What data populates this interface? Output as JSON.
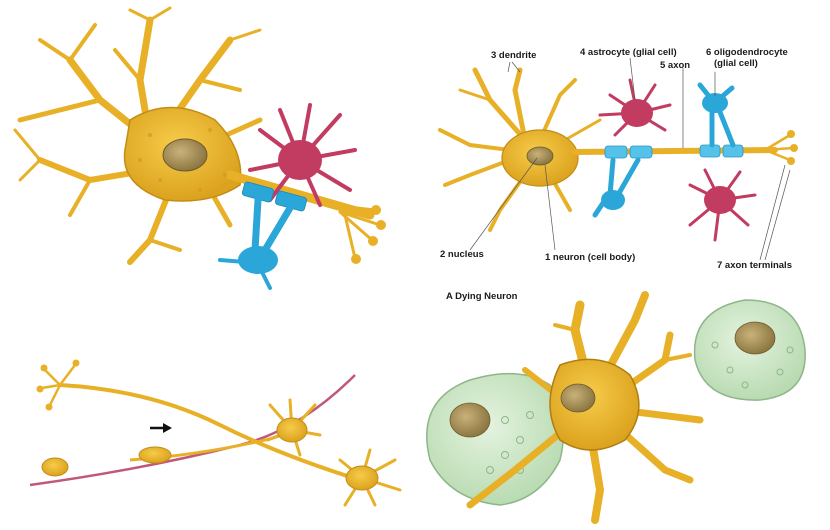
{
  "labels": {
    "dendrite": "3 dendrite",
    "astrocyte": "4 astrocyte (glial cell)",
    "axon": "5 axon",
    "oligodendrocyte_line1": "6 oligodendrocyte",
    "oligodendrocyte_line2": "(glial cell)",
    "nucleus": "2 nucleus",
    "neuron": "1 neuron (cell body)",
    "axon_terminals": "7 axon terminals"
  },
  "dying_title": "A Dying Neuron",
  "colors": {
    "neuron": "#e8b026",
    "neuron_dark": "#b07d10",
    "astrocyte": "#c23b61",
    "oligodendrocyte": "#2aa7d8",
    "myelin": "#55c2ea",
    "microglia": "#cde8c8",
    "microglia_dark": "#8fb58a",
    "axon_line": "#c0587a"
  }
}
